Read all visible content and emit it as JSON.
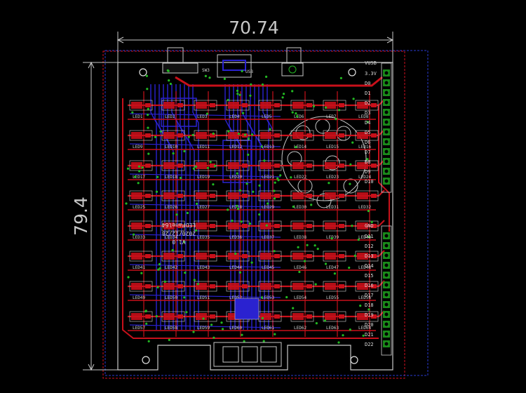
{
  "dimensions": {
    "width": "70.74",
    "height": "79.4"
  },
  "colors": {
    "background": "#000000",
    "top_copper": "#c8101a",
    "bottom_copper": "#2a22d0",
    "silkscreen": "#d0d0d0",
    "dimension": "#c8c8c8",
    "via": "#22b822",
    "header": "#1a8a1a"
  },
  "connectors": {
    "top_left_header": "SW3",
    "usb_label": "USB",
    "right_header_top": {
      "label": "VUSB",
      "pins": [
        "3.3V",
        "D0",
        "D1",
        "D2",
        "D3",
        "D4",
        "D5",
        "D6",
        "D7",
        "D8",
        "D9",
        "D10"
      ]
    },
    "right_header_bottom": {
      "label": "GND",
      "pins": [
        "D11",
        "D12",
        "D13",
        "D14",
        "D15",
        "D16",
        "D17",
        "D18",
        "D19",
        "D20",
        "D21",
        "D22"
      ]
    }
  },
  "led_grid": {
    "rows": [
      [
        "LED1",
        "LED2",
        "LED3",
        "LED4",
        "LED5",
        "LED6",
        "LED7",
        "LED8"
      ],
      [
        "LED9",
        "LED10",
        "LED11",
        "LED12",
        "LED13",
        "LED14",
        "LED15",
        "LED16"
      ],
      [
        "LED17",
        "LED18",
        "LED19",
        "LED20",
        "LED21",
        "LED22",
        "LED23",
        "LED24"
      ],
      [
        "LED25",
        "LED26",
        "LED27",
        "LED28",
        "LED29",
        "LED30",
        "LED31",
        "LED32"
      ],
      [
        "LED33",
        "LED34",
        "LED35",
        "LED36",
        "LED37",
        "LED38",
        "LED39",
        "LED40"
      ],
      [
        "LED41",
        "LED42",
        "LED43",
        "LED44",
        "LED45",
        "LED46",
        "LED47",
        "LED48"
      ],
      [
        "LED49",
        "LED50",
        "LED51",
        "LED52",
        "LED53",
        "LED54",
        "LED55",
        "LED56"
      ],
      [
        "LED57",
        "LED58",
        "LED59",
        "LED60",
        "LED61",
        "LED62",
        "LED63",
        "LED64"
      ]
    ]
  },
  "silkscreen_text": {
    "board_name": "LEDPanel64",
    "date": "2020/12/28",
    "version": "V1.0"
  }
}
